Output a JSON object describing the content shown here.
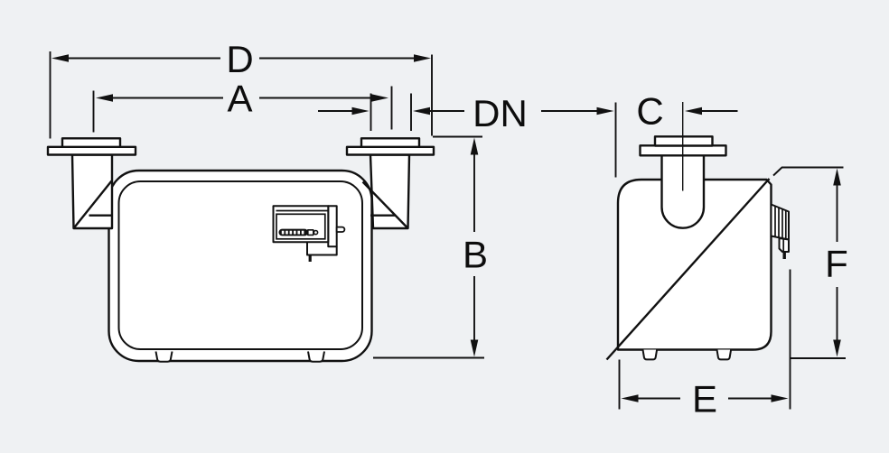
{
  "colors": {
    "background": "#eff1f3",
    "line": "#111111",
    "shape_fill": "#ffffff"
  },
  "dimension_labels": {
    "d": "D",
    "a": "A",
    "dn": "DN",
    "b": "B",
    "c": "C",
    "e": "E",
    "f": "F"
  }
}
